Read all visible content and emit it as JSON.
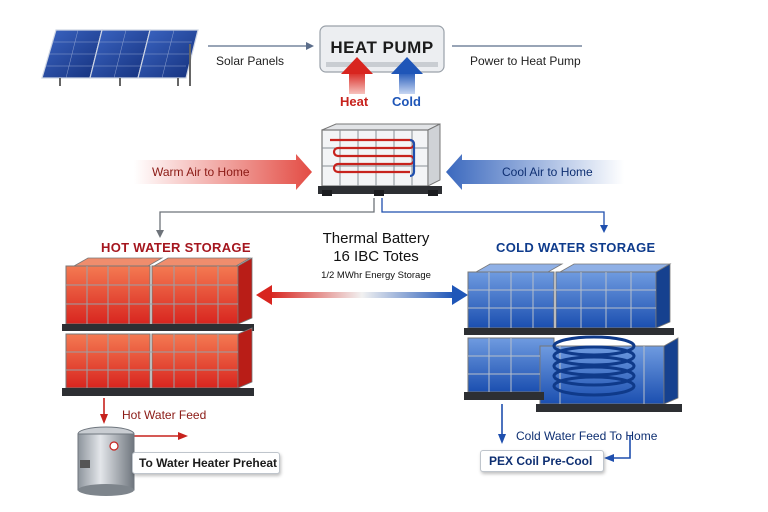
{
  "heat_pump": {
    "title": "HEAT PUMP",
    "hot_label": "Heat",
    "cold_label": "Cold"
  },
  "solar": {
    "label": "Solar Panels"
  },
  "power": {
    "label": "Power to Heat Pump"
  },
  "air_handler": {
    "warm_air": "Warm Air to Home",
    "cool_air": "Cool Air to Home"
  },
  "thermal_battery": {
    "line1": "Thermal Battery",
    "line2": "16 IBC Totes",
    "line3": "1/2 MWhr Energy Storage"
  },
  "hot_storage": {
    "title": "HOT WATER STORAGE",
    "feed": "Hot Water Feed",
    "preheat": "To Water Heater Preheat"
  },
  "cold_storage": {
    "title": "COLD WATER STORAGE",
    "feed": "Cold Water Feed To Home",
    "pex": "PEX Coil Pre-Cool"
  },
  "colors": {
    "hot": "#d8251f",
    "cold": "#1f56b8",
    "frame": "#8a8f96",
    "hot_title": "#a5161e",
    "cold_title": "#0e3b8c"
  }
}
